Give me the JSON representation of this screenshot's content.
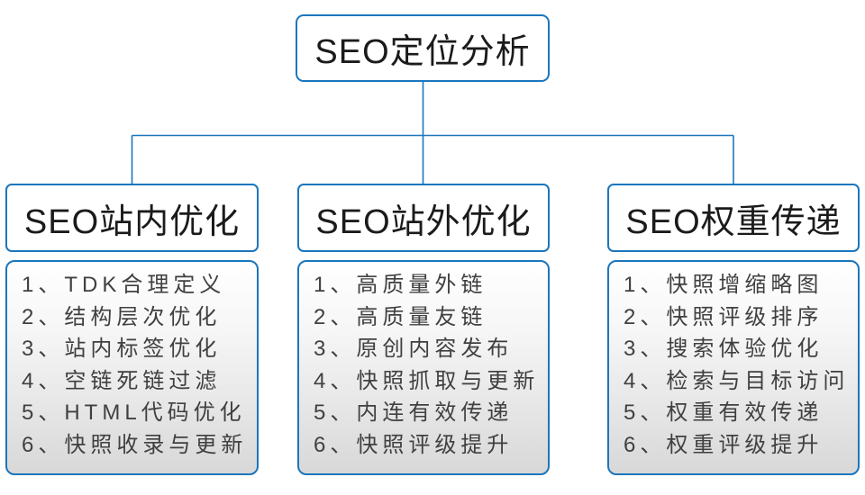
{
  "diagram": {
    "root": {
      "label": "SEO定位分析"
    },
    "branches": [
      {
        "header": "SEO站内优化",
        "items": [
          "1、TDK合理定义",
          "2、结构层次优化",
          "3、站内标签优化",
          "4、空链死链过滤",
          "5、HTML代码优化",
          "6、快照收录与更新"
        ]
      },
      {
        "header": "SEO站外优化",
        "items": [
          "1、高质量外链",
          "2、高质量友链",
          "3、原创内容发布",
          "4、快照抓取与更新",
          "5、内连有效传递",
          "6、快照评级提升"
        ]
      },
      {
        "header": "SEO权重传递",
        "items": [
          "1、快照增缩略图",
          "2、快照评级排序",
          "3、搜索体验优化",
          "4、检索与目标访问",
          "5、权重有效传递",
          "6、权重评级提升"
        ]
      }
    ],
    "colors": {
      "accent_blue": "#1b76bd",
      "header_text": "#1b1b1b",
      "item_text": "#404040",
      "panel_gradient_bottom": "#d8d8d8"
    }
  }
}
